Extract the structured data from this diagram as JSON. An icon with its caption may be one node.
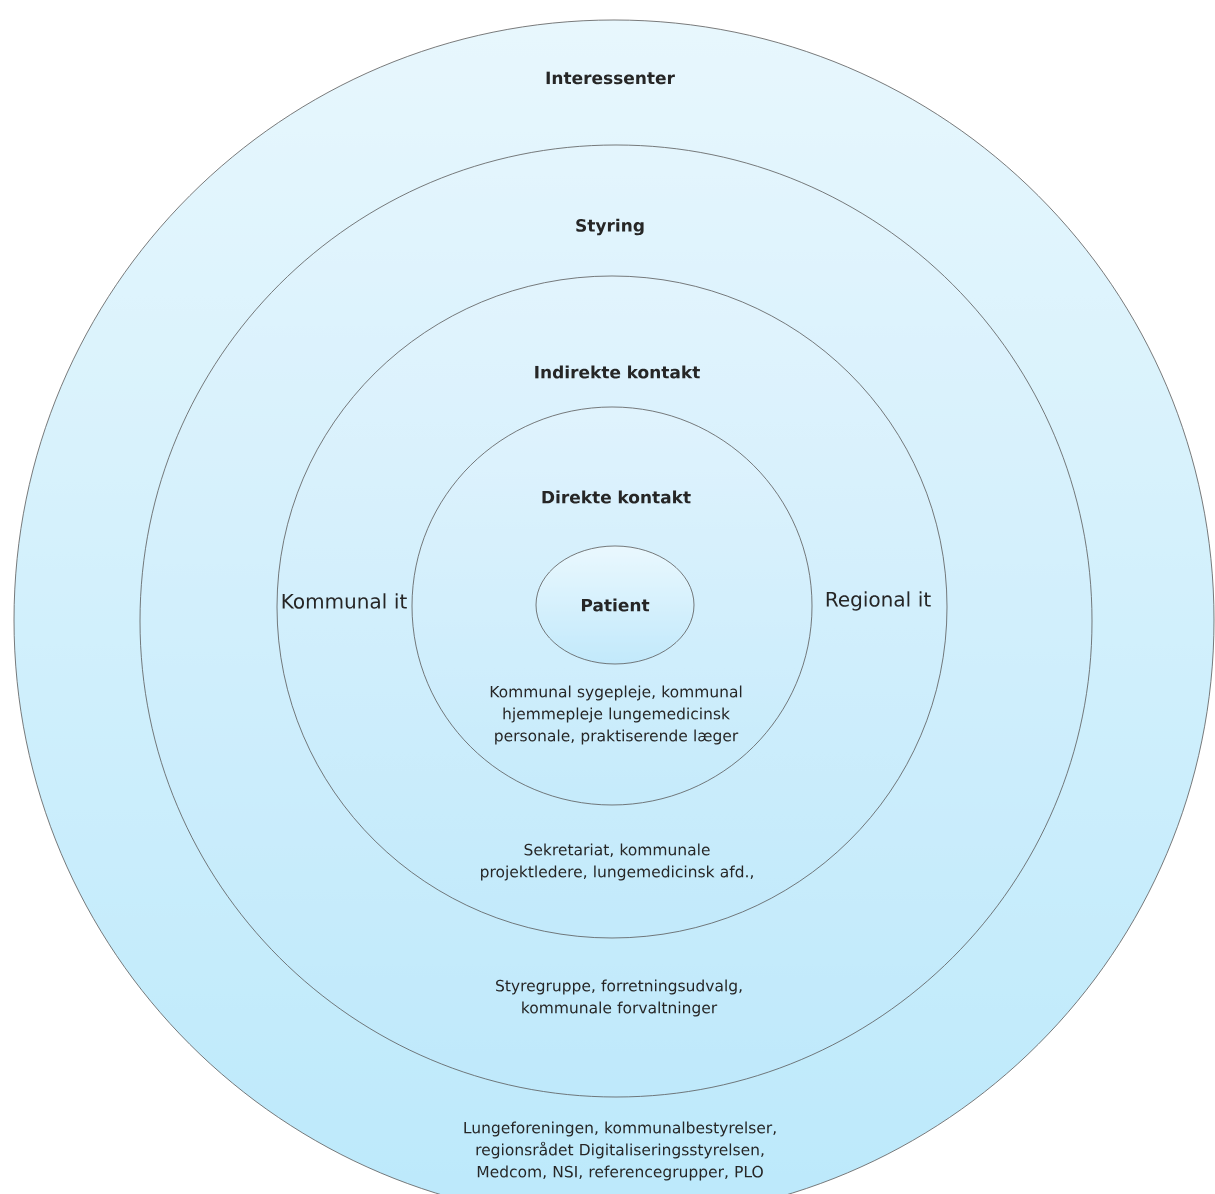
{
  "diagram": {
    "nodes": [
      {
        "text": [
          "Interessenter",
          "Lungeforeningen, kommunalbestyrelser, regionsrådet Digitaliseringsstyrelsen, Medcom, NSI, referencegrupper, PLO"
        ]
      },
      {
        "text": [
          "Styring",
          "Styregruppe, forretningsudvalg, kommunale forvaltninger"
        ],
        "in": 0
      },
      {
        "text": [
          "Indirekte kontakt",
          "Kommunal it",
          "Regional it",
          "Sekretariat, kommunale projektledere, lungemedicinsk afd.,"
        ],
        "in": 1
      },
      {
        "text": [
          "Direkte kontakt",
          "Kommunal sygepleje, kommunal hjemmepleje lungemedicinsk personale, praktiserende læger"
        ],
        "in": 2
      },
      {
        "text": [
          "Patient"
        ],
        "in": 3
      }
    ]
  }
}
